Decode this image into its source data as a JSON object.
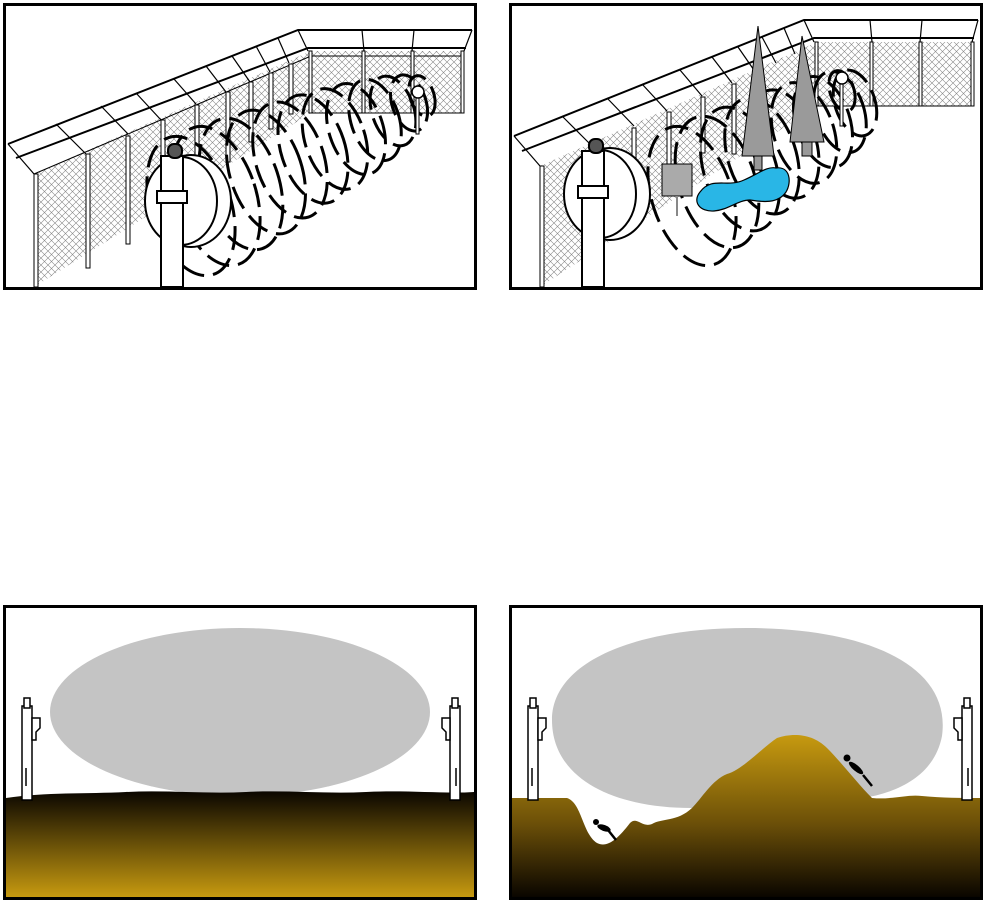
{
  "colors": {
    "stroke": "#000000",
    "fill_white": "#ffffff",
    "beam_grey": "#c4c4c4",
    "tree_grey": "#9a9a9a",
    "water_cyan": "#29b6e6",
    "soil_gold": "#c79a10",
    "soil_dark": "#0a0600"
  },
  "panels": [
    {
      "id": "p1",
      "subject": "beam-along-fence",
      "obstacles": []
    },
    {
      "id": "p2",
      "subject": "beam-along-fence-with-obstacles",
      "obstacles": [
        "equipment-box",
        "water-puddle",
        "tree",
        "tree"
      ]
    },
    {
      "id": "p3",
      "subject": "beam-over-flat-ground",
      "intruders": 0
    },
    {
      "id": "p4",
      "subject": "beam-over-uneven-ground",
      "intruders": 2
    }
  ]
}
